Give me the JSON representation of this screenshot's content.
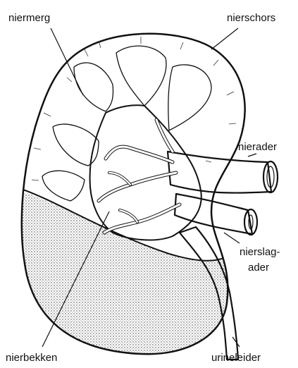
{
  "labels": {
    "niermerg": "niermerg",
    "nierschors": "nierschors",
    "nierader": "nierader",
    "nierslagader_line1": "nierslag-",
    "nierslagader_line2": "ader",
    "nierbekken": "nierbekken",
    "urineleider": "urineleider"
  }
}
